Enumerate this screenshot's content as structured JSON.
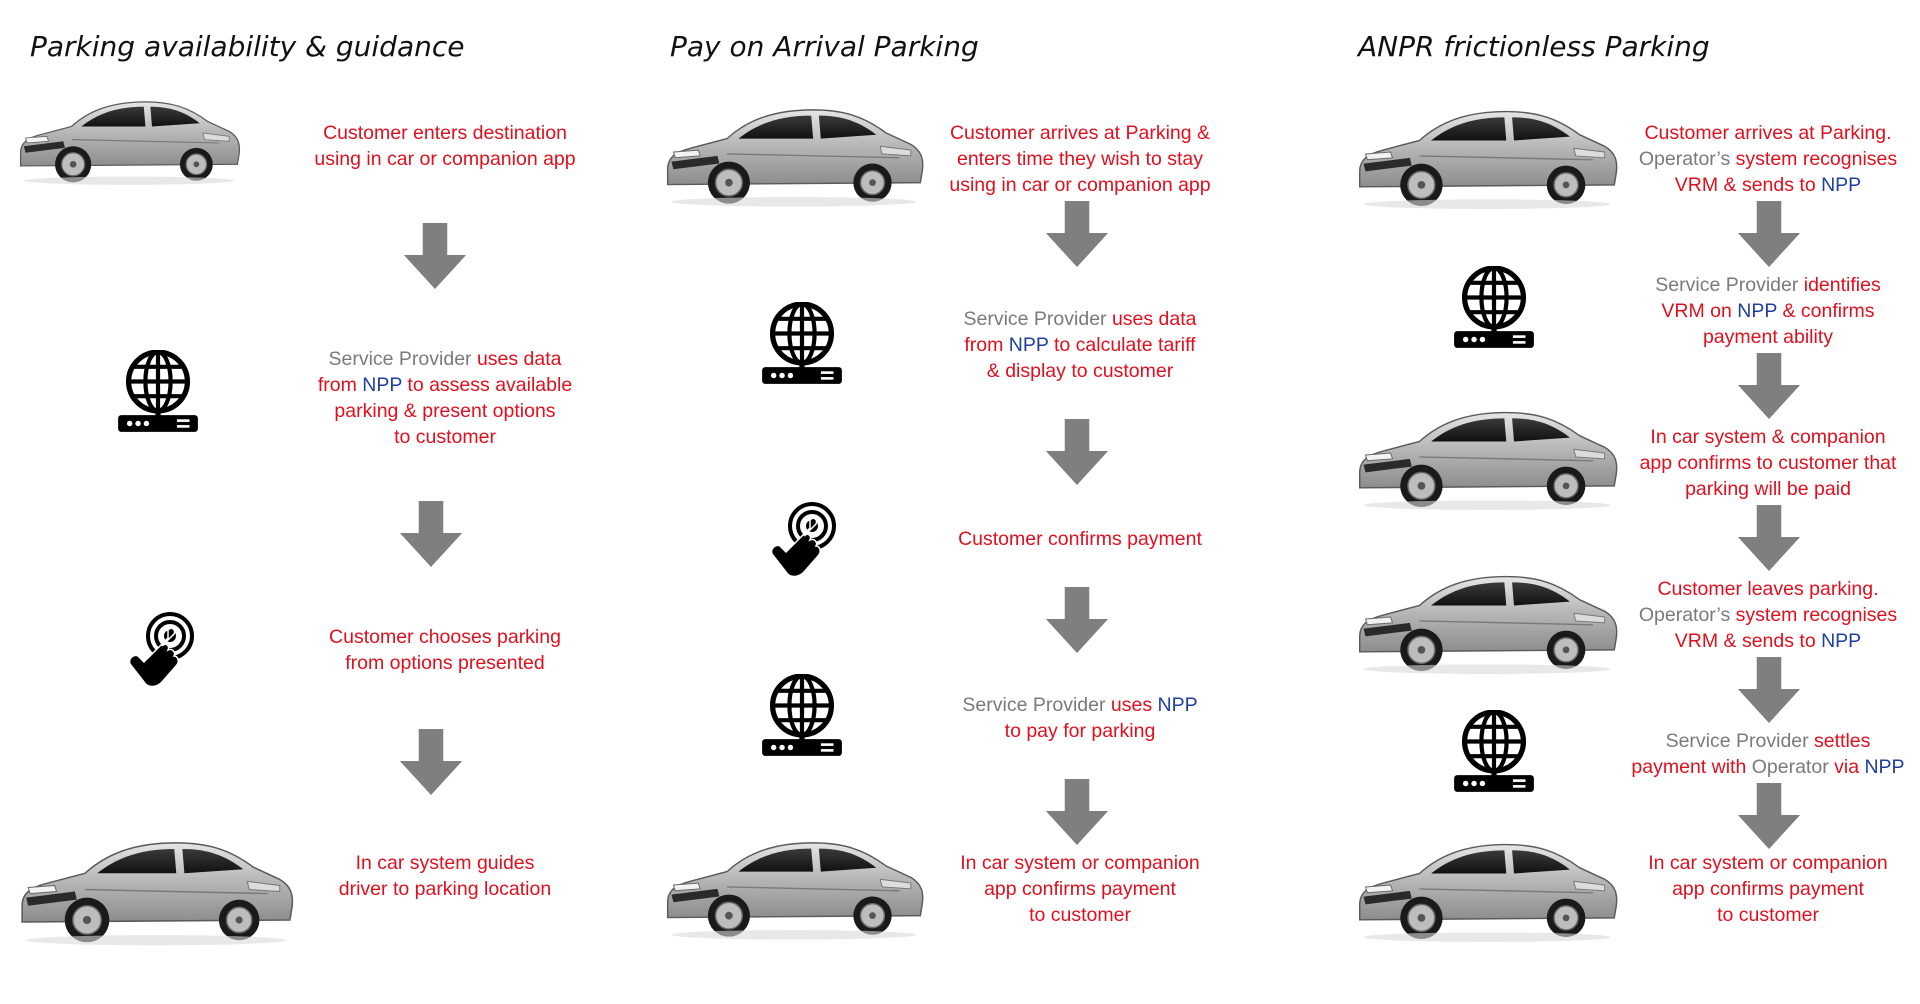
{
  "columns": [
    {
      "title": "Parking availability & guidance",
      "steps": [
        {
          "lines": [
            [
              {
                "t": "Customer enters destination",
                "c": "red"
              }
            ],
            [
              {
                "t": "using in car or companion app",
                "c": "red"
              }
            ]
          ]
        },
        {
          "lines": [
            [
              {
                "t": "Service Provider ",
                "c": "grey"
              },
              {
                "t": "uses data",
                "c": "red"
              }
            ],
            [
              {
                "t": "from ",
                "c": "red"
              },
              {
                "t": "NPP",
                "c": "blue"
              },
              {
                "t": " to assess available",
                "c": "red"
              }
            ],
            [
              {
                "t": "parking & present options",
                "c": "red"
              }
            ],
            [
              {
                "t": "to customer",
                "c": "red"
              }
            ]
          ]
        },
        {
          "lines": [
            [
              {
                "t": "Customer chooses parking",
                "c": "red"
              }
            ],
            [
              {
                "t": "from options presented",
                "c": "red"
              }
            ]
          ]
        },
        {
          "lines": [
            [
              {
                "t": "In car system guides",
                "c": "red"
              }
            ],
            [
              {
                "t": "driver to parking location",
                "c": "red"
              }
            ]
          ]
        }
      ]
    },
    {
      "title": "Pay on Arrival Parking",
      "steps": [
        {
          "lines": [
            [
              {
                "t": "Customer arrives at Parking &",
                "c": "red"
              }
            ],
            [
              {
                "t": "enters time they wish to stay",
                "c": "red"
              }
            ],
            [
              {
                "t": "using in car or companion app",
                "c": "red"
              }
            ]
          ]
        },
        {
          "lines": [
            [
              {
                "t": "Service Provider ",
                "c": "grey"
              },
              {
                "t": "uses data",
                "c": "red"
              }
            ],
            [
              {
                "t": "from ",
                "c": "red"
              },
              {
                "t": "NPP",
                "c": "blue"
              },
              {
                "t": " to calculate tariff",
                "c": "red"
              }
            ],
            [
              {
                "t": "& display to customer",
                "c": "red"
              }
            ]
          ]
        },
        {
          "lines": [
            [
              {
                "t": "Customer confirms payment",
                "c": "red"
              }
            ]
          ]
        },
        {
          "lines": [
            [
              {
                "t": "Service Provider ",
                "c": "grey"
              },
              {
                "t": "uses ",
                "c": "red"
              },
              {
                "t": "NPP",
                "c": "blue"
              }
            ],
            [
              {
                "t": "to pay for parking",
                "c": "red"
              }
            ]
          ]
        },
        {
          "lines": [
            [
              {
                "t": "In car system  or companion",
                "c": "red"
              }
            ],
            [
              {
                "t": "app confirms payment",
                "c": "red"
              }
            ],
            [
              {
                "t": "to customer",
                "c": "red"
              }
            ]
          ]
        }
      ]
    },
    {
      "title": "ANPR frictionless Parking",
      "steps": [
        {
          "lines": [
            [
              {
                "t": "Customer arrives at Parking.",
                "c": "red"
              }
            ],
            [
              {
                "t": "Operator’s ",
                "c": "grey"
              },
              {
                "t": "system recognises",
                "c": "red"
              }
            ],
            [
              {
                "t": "VRM & sends to ",
                "c": "red"
              },
              {
                "t": "NPP",
                "c": "blue"
              }
            ]
          ]
        },
        {
          "lines": [
            [
              {
                "t": "Service Provider ",
                "c": "grey"
              },
              {
                "t": "identifies",
                "c": "red"
              }
            ],
            [
              {
                "t": "VRM on ",
                "c": "red"
              },
              {
                "t": "NPP",
                "c": "blue"
              },
              {
                "t": " & confirms",
                "c": "red"
              }
            ],
            [
              {
                "t": "payment ability",
                "c": "red"
              }
            ]
          ]
        },
        {
          "lines": [
            [
              {
                "t": "In car system & companion",
                "c": "red"
              }
            ],
            [
              {
                "t": "app confirms to customer that",
                "c": "red"
              }
            ],
            [
              {
                "t": "parking will be paid",
                "c": "red"
              }
            ]
          ]
        },
        {
          "lines": [
            [
              {
                "t": "Customer leaves parking.",
                "c": "red"
              }
            ],
            [
              {
                "t": "Operator’s ",
                "c": "grey"
              },
              {
                "t": "system recognises",
                "c": "red"
              }
            ],
            [
              {
                "t": "VRM & sends to ",
                "c": "red"
              },
              {
                "t": "NPP",
                "c": "blue"
              }
            ]
          ]
        },
        {
          "lines": [
            [
              {
                "t": "Service Provider ",
                "c": "grey"
              },
              {
                "t": "settles",
                "c": "red"
              }
            ],
            [
              {
                "t": "payment with ",
                "c": "red"
              },
              {
                "t": "Operator",
                "c": "grey"
              },
              {
                "t": " via ",
                "c": "red"
              },
              {
                "t": "NPP",
                "c": "blue"
              }
            ]
          ]
        },
        {
          "lines": [
            [
              {
                "t": "In car system  or companion",
                "c": "red"
              }
            ],
            [
              {
                "t": "app confirms payment",
                "c": "red"
              }
            ],
            [
              {
                "t": "to customer",
                "c": "red"
              }
            ]
          ]
        }
      ]
    }
  ],
  "colors": {
    "red": "#e0101e",
    "grey": "#7a7a7a",
    "blue": "#1f3f9f",
    "arrow": "#7f7f7f"
  },
  "icons": [
    "car-icon",
    "server-globe-icon",
    "touch-hand-icon",
    "down-arrow-icon"
  ]
}
